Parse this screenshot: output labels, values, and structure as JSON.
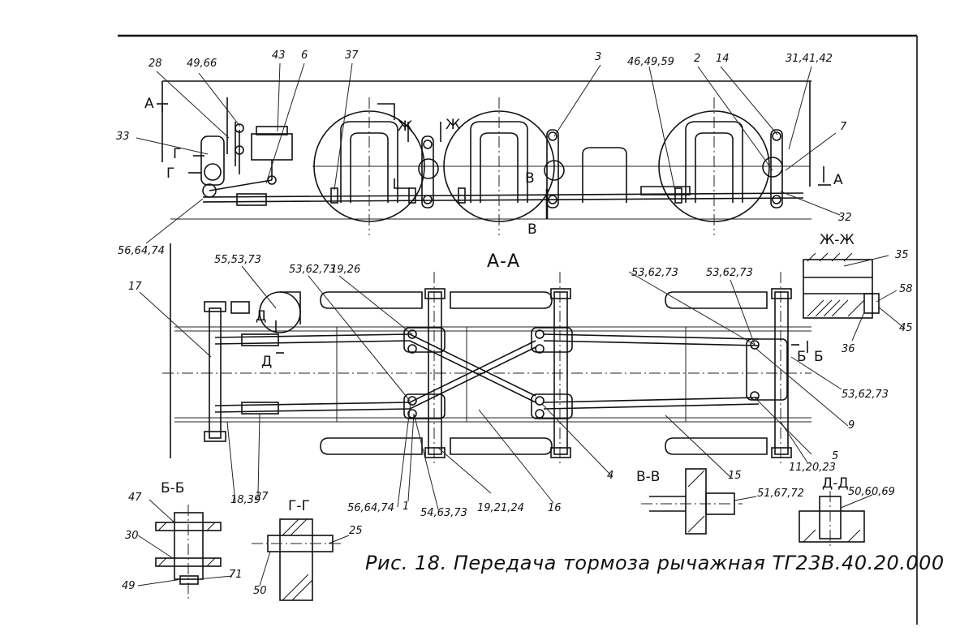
{
  "caption": "Рис. 18. Передача тормоза рычажная ТГ23В.40.20.000",
  "sections": {
    "aa_top_left": "А",
    "aa_top_right": "А",
    "aa_title": "А-А",
    "vv_top": "В",
    "vv_bottom": "В",
    "zh_left": "Ж",
    "zh_right": "Ж",
    "zhzh_title": "Ж-Ж",
    "gg_left": "Г",
    "gg_left2": "Г",
    "gg_title": "Г-Г",
    "bb_left": "Б",
    "bb_right": "Б",
    "bb_title": "Б-Б",
    "dd_top": "Д",
    "dd_bottom": "Д",
    "dd_title": "Д-Д",
    "vv_title": "В-В"
  },
  "labels": {
    "l28": "28",
    "l4966": "49,66",
    "l43": "43",
    "l6": "6",
    "l37": "37",
    "l3": "3",
    "l464959": "46,49,59",
    "l2": "2",
    "l14": "14",
    "l314142": "31,41,42",
    "l7": "7",
    "l33": "33",
    "l32": "32",
    "l566474a": "56,64,74",
    "l555373": "55,53,73",
    "l536273a": "53,62,73",
    "l1926": "19,26",
    "l536273b": "53,62,73",
    "l536273c": "53,62,73",
    "l536273d": "53,62,73",
    "l17": "17",
    "l35": "35",
    "l58": "58",
    "l45": "45",
    "l36": "36",
    "l9": "9",
    "l5": "5",
    "l112023": "11,20,23",
    "l15": "15",
    "l4": "4",
    "l16": "16",
    "l192124": "19,21,24",
    "l546373": "54,63,73",
    "l1": "1",
    "l566474b": "56,64,74",
    "l27": "27",
    "l1839": "18,39",
    "l47": "47",
    "l30": "30",
    "l49": "49",
    "l71": "71",
    "l25": "25",
    "l50": "50",
    "l516772": "51,67,72",
    "l506069": "50,60,69"
  }
}
